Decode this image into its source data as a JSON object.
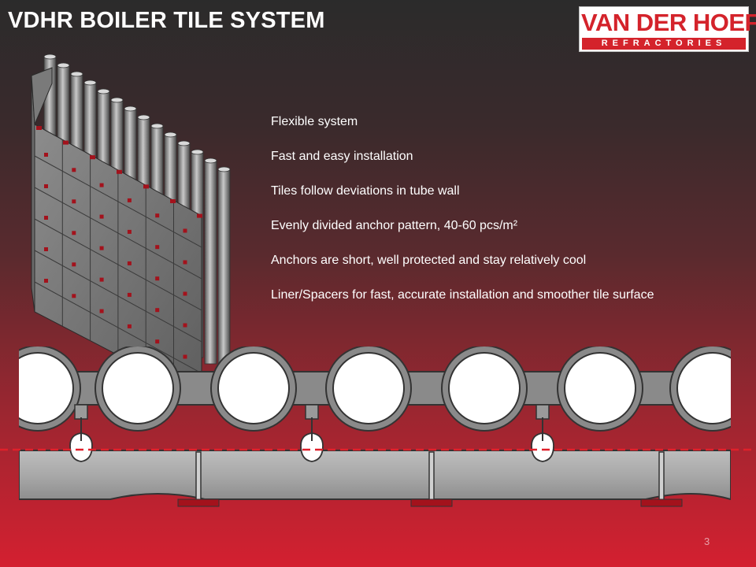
{
  "slide": {
    "title": "VDHR BOILER TILE SYSTEM",
    "page_number": "3"
  },
  "logo": {
    "name": "VAN DER HOEFF",
    "tagline": "REFRACTORIES",
    "brand_color": "#d4232b"
  },
  "bullets": [
    "Flexible system",
    "Fast and easy installation",
    "Tiles follow deviations in tube wall",
    "Evenly divided anchor pattern, 40-60 pcs/m²",
    "Anchors are short, well protected and stay relatively cool",
    "Liner/Spacers for fast, accurate installation and smoother tile surface"
  ],
  "colors": {
    "background_top": "#2b2b2b",
    "background_bottom": "#d42030",
    "tile_gray": "#9a9a9a",
    "spacer_red": "#a3121c",
    "dashed_line": "#e0202a"
  }
}
